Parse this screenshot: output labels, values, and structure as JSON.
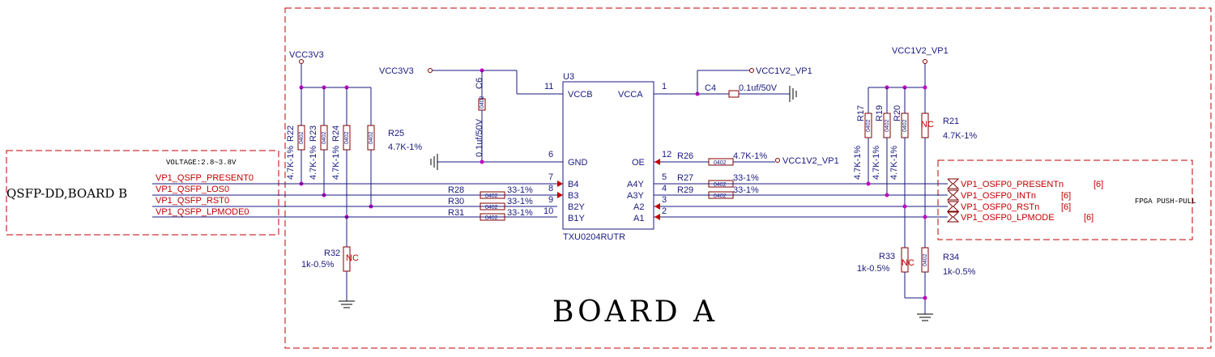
{
  "board": {
    "title": "BOARD A",
    "left_box": "QSFP-DD,BOARD B",
    "right_box": "FPGA PUSH-PULL",
    "voltage": "VOLTAGE:2.8~3.8V"
  },
  "rails": {
    "vcc3v3_left": "VCC3V3",
    "vcc3v3_mid": "VCC3V3",
    "vcc1v2_top": "VCC1V2_VP1",
    "vcc1v2_oe": "VCC1V2_VP1",
    "vcc1v2_right": "VCC1V2_VP1"
  },
  "ic": {
    "ref": "U3",
    "part": "TXU0204RUTR",
    "pins": {
      "vccb": "VCCB",
      "vcca": "VCCA",
      "gnd": "GND",
      "oe": "OE",
      "b4": "B4",
      "b3": "B3",
      "b2y": "B2Y",
      "b1y": "B1Y",
      "a4y": "A4Y",
      "a3y": "A3Y",
      "a2": "A2",
      "a1": "A1"
    },
    "nums": {
      "n11": "11",
      "n1": "1",
      "n6": "6",
      "n12": "12",
      "n7": "7",
      "n8": "8",
      "n9": "9",
      "n10": "10",
      "n5": "5",
      "n4": "4",
      "n3": "3",
      "n2": "2"
    }
  },
  "caps": {
    "c6_ref": "C6",
    "c6_val": "0.1uf/50V",
    "c4_ref": "C4",
    "c4_val": "0.1uf/50V"
  },
  "left_nets": [
    "VP1_QSFP_PRESENT0",
    "VP1_QSFP_LOS0",
    "VP1_QSFP_RST0",
    "VP1_QSFP_LPMODE0"
  ],
  "right_nets": [
    {
      "name": "VP1_OSFP0_PRESENTn",
      "sheet": "[6]"
    },
    {
      "name": "VP1_OSFP0_INTn",
      "sheet": "[6]"
    },
    {
      "name": "VP1_OSFP0_RSTn",
      "sheet": "[6]"
    },
    {
      "name": "VP1_OSFP0_LPMODE",
      "sheet": "[6]"
    }
  ],
  "resistors": {
    "pkg": "0402",
    "r22": "R22",
    "r23": "R23",
    "r24": "R24",
    "r25": "R25",
    "pull_val": "4.7K-1%",
    "r28": "R28",
    "r30": "R30",
    "r31": "R31",
    "series_val": "33-1%",
    "r26": "R26",
    "r26_val": "4.7K-1%",
    "r27": "R27",
    "r29": "R29",
    "r17": "R17",
    "r19": "R19",
    "r20": "R20",
    "r21": "R21",
    "r32": "R32",
    "r32_val": "1k-0.5%",
    "nc": "NC",
    "r33": "R33",
    "r33_val": "1k-0.5%",
    "r34": "R34",
    "r34_val": "1k-0.5%"
  }
}
